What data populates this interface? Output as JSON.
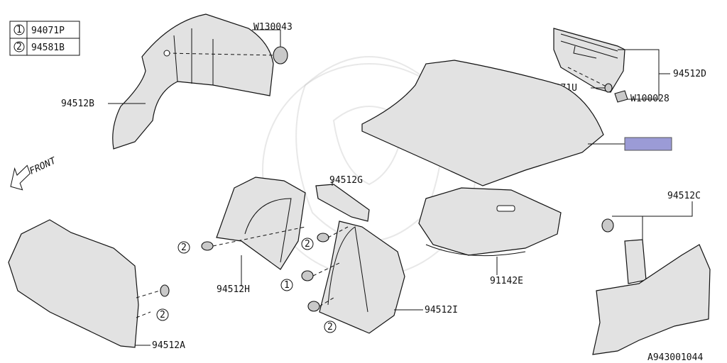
{
  "legend": [
    {
      "num": "1",
      "part": "94071P"
    },
    {
      "num": "2",
      "part": "94581B"
    }
  ],
  "front_label": "FRONT",
  "labels": {
    "w130043": "W130043",
    "p94512B": "94512B",
    "p94512D": "94512D",
    "p94071U": "94071U",
    "w100028": "W100028",
    "p94512G": "94512G",
    "p94512C": "94512C",
    "p94512H": "94512H",
    "p91142E": "91142E",
    "p94512I": "94512I",
    "p94512A": "94512A"
  },
  "callouts": {
    "c2_left": "2",
    "c2_mid": "2",
    "c1_mid": "1",
    "c2_bottom": "2",
    "c2_carpetA": "2"
  },
  "highlight_color": "#9b9bd6",
  "diagram_code": "A943001044"
}
